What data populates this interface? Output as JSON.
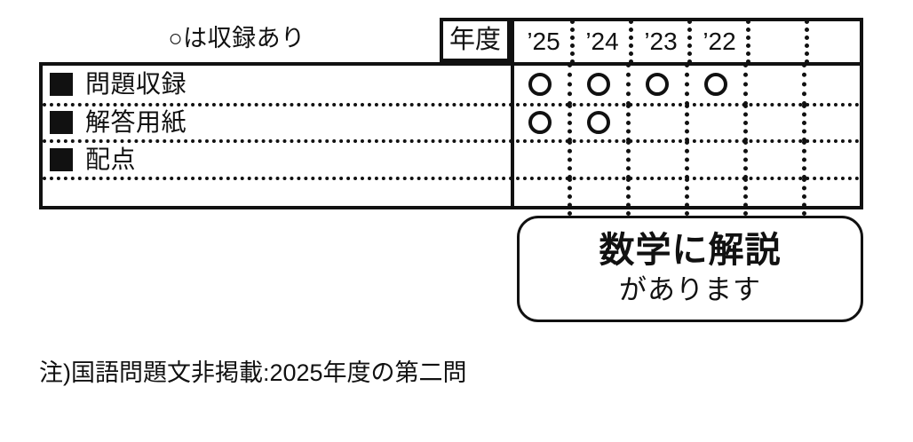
{
  "legend": {
    "caption": "○は収録あり",
    "symbol_name": "circle-included-symbol"
  },
  "table": {
    "year_label": "年度",
    "year_columns": [
      "’25",
      "’24",
      "’23",
      "’22",
      "",
      ""
    ],
    "rows": [
      {
        "label": "問題収録",
        "marks": [
          "○",
          "○",
          "○",
          "○",
          "",
          ""
        ]
      },
      {
        "label": "解答用紙",
        "marks": [
          "○",
          "○",
          "",
          "",
          "",
          ""
        ]
      },
      {
        "label": "配点",
        "marks": [
          "",
          "",
          "",
          "",
          "",
          ""
        ]
      },
      {
        "label": "",
        "marks": [
          "",
          "",
          "",
          "",
          "",
          ""
        ]
      }
    ]
  },
  "callout": {
    "line1": "数学に解説",
    "line2": "があります"
  },
  "footnote": {
    "text": "注)国語問題文非掲載:2025年度の第二問"
  },
  "colors": {
    "ink": "#111111",
    "paper": "#ffffff"
  }
}
